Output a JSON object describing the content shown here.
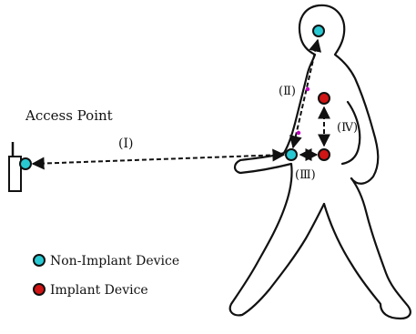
{
  "access_point": {
    "label": "Access Point"
  },
  "links": [
    {
      "id": "I",
      "label": "(Ⅰ)"
    },
    {
      "id": "II",
      "label": "(Ⅱ)"
    },
    {
      "id": "III",
      "label": "(Ⅲ)"
    },
    {
      "id": "IV",
      "label": "(Ⅳ)"
    }
  ],
  "legend": [
    {
      "label": "Non-Implant Device",
      "color": "#29c9d3"
    },
    {
      "label": "Implant Device",
      "color": "#d11414"
    }
  ],
  "colors": {
    "non_implant": "#29c9d3",
    "implant": "#d11414",
    "outline": "#111111",
    "marker": "#c000c0"
  }
}
